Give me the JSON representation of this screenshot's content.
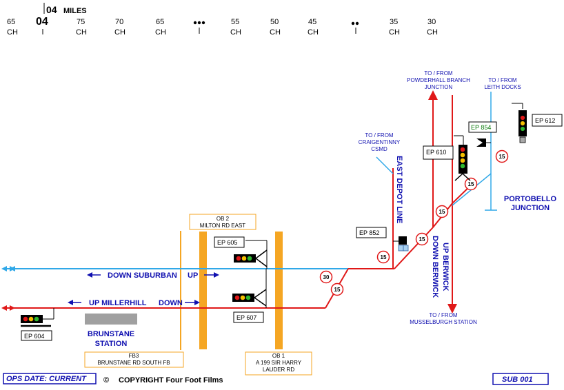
{
  "mileage": {
    "mile_label": "MILES",
    "mile_number": "04",
    "chain_unit": "CH",
    "marks": [
      "65",
      "75",
      "70",
      "65",
      "55",
      "50",
      "45",
      "35",
      "30"
    ]
  },
  "lines": {
    "down_suburban": "DOWN SUBURBAN",
    "down_suburban_up": "UP",
    "up_millerhill": "UP MILLERHILL",
    "up_millerhill_down": "DOWN",
    "east_depot": "EAST DEPOT LINE",
    "down_berwick": "DOWN BERWICK",
    "up_berwick": "UP BERWICK"
  },
  "destinations": {
    "powderhall": [
      "TO / FROM",
      "POWDERHALL BRANCH",
      "JUNCTION"
    ],
    "leith": [
      "TO / FROM",
      "LEITH DOCKS"
    ],
    "craigentinny": [
      "TO / FROM",
      "CRAIGENTINNY",
      "CSMD"
    ],
    "musselburgh": [
      "TO / FROM",
      "MUSSELBURGH STATION"
    ]
  },
  "locations": {
    "portobello": [
      "PORTOBELLO",
      "JUNCTION"
    ],
    "brunstane": [
      "BRUNSTANE",
      "STATION"
    ]
  },
  "signals": {
    "ep604": "EP 604",
    "ep605": "EP 605",
    "ep607": "EP 607",
    "ep610": "EP 610",
    "ep612": "EP 612",
    "ep852": "EP 852",
    "ep854": "EP 854"
  },
  "bridges": {
    "ob2": [
      "OB 2",
      "MILTON RD EAST"
    ],
    "ob1": [
      "OB 1",
      "A 199 SIR HARRY",
      "LAUDER RD"
    ],
    "fb3": [
      "FB3",
      "BRUNSTANE RD SOUTH FB"
    ]
  },
  "speeds": [
    "15",
    "15",
    "15",
    "15",
    "30",
    "15",
    "15"
  ],
  "footer": {
    "ops_date": "OPS DATE: CURRENT",
    "copyright_symbol": "©",
    "copyright": "COPYRIGHT Four Foot Films",
    "sheet": "SUB 001"
  },
  "colors": {
    "up_down_red": "#e01818",
    "suburban_blue": "#30a8e8",
    "label_blue": "#1010b0",
    "bridge_orange": "#f5a623",
    "platform_grey": "#a0a0a0"
  }
}
